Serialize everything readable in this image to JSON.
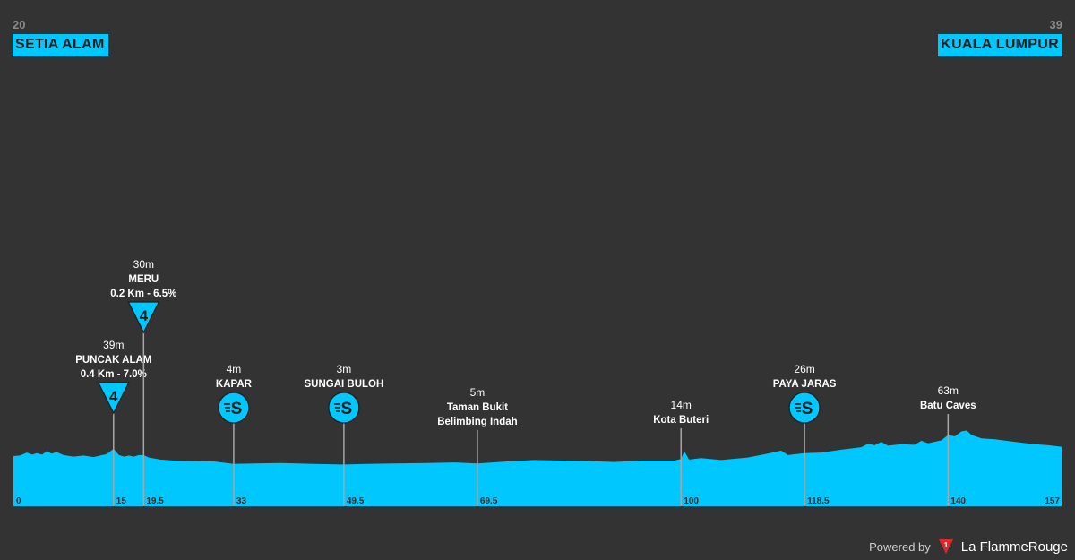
{
  "start": {
    "altitude": "20",
    "name": "SETIA ALAM"
  },
  "finish": {
    "altitude": "39",
    "name": "KUALA LUMPUR"
  },
  "footer": {
    "powered_by": "Powered by",
    "brand": "La FlammeRouge",
    "logo_text": "1"
  },
  "colors": {
    "background": "#333333",
    "profile": "#00c8ff",
    "text": "#ffffff",
    "accent": "#e3262e"
  },
  "chart_data": {
    "type": "area",
    "xlim": [
      0,
      157
    ],
    "ylim": [
      0,
      63
    ],
    "x_ticks": [
      "0",
      "15",
      "19.5",
      "33",
      "49.5",
      "69.5",
      "100",
      "118.5",
      "140",
      "157"
    ],
    "profile": [
      [
        0,
        20
      ],
      [
        1,
        21
      ],
      [
        2,
        27
      ],
      [
        2.8,
        23
      ],
      [
        3.5,
        26
      ],
      [
        4.3,
        23
      ],
      [
        5,
        30
      ],
      [
        5.7,
        25
      ],
      [
        6.5,
        28
      ],
      [
        7.5,
        22
      ],
      [
        9,
        19
      ],
      [
        10.5,
        21
      ],
      [
        12,
        18
      ],
      [
        13,
        21
      ],
      [
        14,
        24
      ],
      [
        15,
        35
      ],
      [
        15.8,
        22
      ],
      [
        16.6,
        19
      ],
      [
        17.3,
        21
      ],
      [
        18,
        19
      ],
      [
        18.8,
        22
      ],
      [
        19.5,
        22
      ],
      [
        20.3,
        17
      ],
      [
        22,
        13
      ],
      [
        25,
        10
      ],
      [
        30,
        9
      ],
      [
        33,
        4
      ],
      [
        36,
        5
      ],
      [
        40,
        6
      ],
      [
        45,
        4
      ],
      [
        49.5,
        3
      ],
      [
        53,
        4
      ],
      [
        57,
        5
      ],
      [
        62,
        6
      ],
      [
        66,
        7
      ],
      [
        69.5,
        5
      ],
      [
        74,
        9
      ],
      [
        78,
        12
      ],
      [
        82,
        11
      ],
      [
        86,
        10
      ],
      [
        90,
        8
      ],
      [
        94,
        11
      ],
      [
        98,
        11
      ],
      [
        99,
        11
      ],
      [
        100,
        14
      ],
      [
        100.5,
        30
      ],
      [
        101.2,
        13
      ],
      [
        103,
        16
      ],
      [
        106,
        12
      ],
      [
        110,
        17
      ],
      [
        113,
        25
      ],
      [
        115,
        31
      ],
      [
        116,
        22
      ],
      [
        118.5,
        26
      ],
      [
        121,
        27
      ],
      [
        124,
        33
      ],
      [
        127,
        38
      ],
      [
        128,
        45
      ],
      [
        129,
        42
      ],
      [
        130,
        49
      ],
      [
        131,
        41
      ],
      [
        133,
        44
      ],
      [
        135,
        43
      ],
      [
        136,
        51
      ],
      [
        137,
        46
      ],
      [
        139,
        52
      ],
      [
        140,
        63
      ],
      [
        141,
        60
      ],
      [
        142,
        70
      ],
      [
        142.8,
        72
      ],
      [
        143.5,
        63
      ],
      [
        145,
        56
      ],
      [
        147,
        54
      ],
      [
        150,
        49
      ],
      [
        153,
        44
      ],
      [
        155,
        42
      ],
      [
        157,
        39
      ]
    ],
    "markers": [
      {
        "km": 15,
        "kind": "climb",
        "category": "4",
        "altitude": "39m",
        "name": "PUNCAK ALAM",
        "detail": "0.4 Km - 7.0%"
      },
      {
        "km": 19.5,
        "kind": "climb",
        "category": "4",
        "altitude": "30m",
        "name": "MERU",
        "detail": "0.2 Km - 6.5%"
      },
      {
        "km": 33,
        "kind": "sprint",
        "category": "S",
        "altitude": "4m",
        "name": "KAPAR",
        "detail": ""
      },
      {
        "km": 49.5,
        "kind": "sprint",
        "category": "S",
        "altitude": "3m",
        "name": "SUNGAI BULOH",
        "detail": ""
      },
      {
        "km": 69.5,
        "kind": "place",
        "category": "",
        "altitude": "5m",
        "name": "Taman Bukit",
        "detail": "Belimbing Indah"
      },
      {
        "km": 100,
        "kind": "place",
        "category": "",
        "altitude": "14m",
        "name": "Kota Buteri",
        "detail": ""
      },
      {
        "km": 118.5,
        "kind": "sprint",
        "category": "S",
        "altitude": "26m",
        "name": "PAYA JARAS",
        "detail": ""
      },
      {
        "km": 140,
        "kind": "place",
        "category": "",
        "altitude": "63m",
        "name": "Batu Caves",
        "detail": ""
      }
    ]
  }
}
